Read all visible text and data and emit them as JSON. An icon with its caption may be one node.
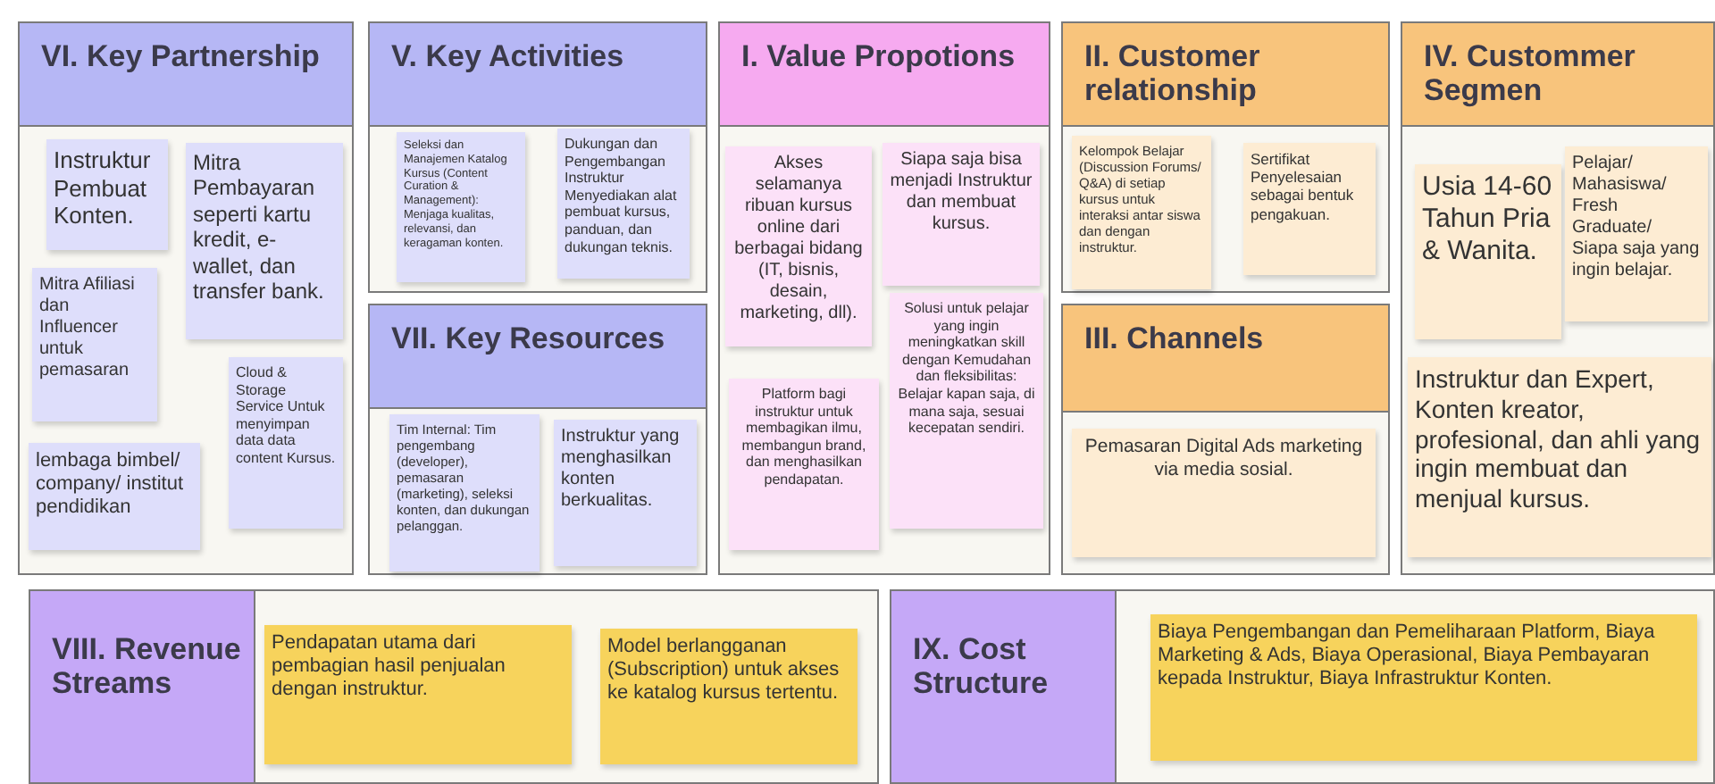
{
  "diagram": {
    "nodes": [
      {
        "text": [
          "VI. Key Partnership"
        ]
      },
      {
        "text": [
          "Instruktur Pembuat Konten."
        ],
        "in": 0
      },
      {
        "text": [
          "Mitra Pembayaran seperti kartu kredit, e-wallet, dan transfer bank."
        ],
        "in": 0
      },
      {
        "text": [
          "Mitra Afiliasi dan Influencer untuk pemasaran"
        ],
        "in": 0
      },
      {
        "text": [
          "Cloud & Storage Service Untuk menyimpan data data content Kursus."
        ],
        "in": 0
      },
      {
        "text": [
          "lembaga bimbel/ company/ institut pendidikan"
        ],
        "in": 0
      },
      {
        "text": [
          "V. Key Activities"
        ]
      },
      {
        "text": [
          "Seleksi dan Manajemen Katalog Kursus (Content Curation & Management): Menjaga kualitas, relevansi, dan keragaman konten."
        ],
        "in": 6
      },
      {
        "text": [
          "Dukungan dan Pengembangan Instruktur Menyediakan alat pembuat kursus, panduan, dan dukungan teknis."
        ],
        "in": 6
      },
      {
        "text": [
          "VII. Key Resources"
        ]
      },
      {
        "text": [
          "Tim Internal: Tim pengembang (developer), pemasaran (marketing), seleksi konten, dan dukungan pelanggan."
        ],
        "in": 9
      },
      {
        "text": [
          "Instruktur yang menghasilkan konten berkualitas."
        ],
        "in": 9
      },
      {
        "text": [
          "I. Value Propotions"
        ]
      },
      {
        "text": [
          "Akses selamanya ribuan kursus online dari berbagai bidang (IT, bisnis, desain, marketing, dll)."
        ],
        "in": 12
      },
      {
        "text": [
          "Siapa saja bisa menjadi Instruktur dan membuat kursus."
        ],
        "in": 12
      },
      {
        "text": [
          "Platform bagi instruktur untuk membagikan ilmu, membangun brand, dan menghasilkan pendapatan."
        ],
        "in": 12
      },
      {
        "text": [
          "Solusi untuk pelajar yang ingin meningkatkan skill dengan Kemudahan dan fleksibilitas: Belajar kapan saja, di mana saja, sesuai kecepatan sendiri."
        ],
        "in": 12
      },
      {
        "text": [
          "II. Customer relationship"
        ]
      },
      {
        "text": [
          "Kelompok Belajar (Discussion Forums/ Q&A) di setiap kursus untuk interaksi antar siswa dan dengan instruktur."
        ],
        "in": 17
      },
      {
        "text": [
          "Sertifikat Penyelesaian sebagai bentuk pengakuan."
        ],
        "in": 17
      },
      {
        "text": [
          "III. Channels"
        ]
      },
      {
        "text": [
          "Pemasaran Digital Ads marketing via media sosial."
        ],
        "in": 20
      },
      {
        "text": [
          "IV. Custommer Segmen"
        ]
      },
      {
        "text": [
          "Usia 14-60 Tahun Pria & Wanita."
        ],
        "in": 22
      },
      {
        "text": [
          "Pelajar/ Mahasiswa/ Fresh Graduate/ Siapa saja yang ingin belajar."
        ],
        "in": 22
      },
      {
        "text": [
          "Instruktur dan Expert, Konten kreator, profesional, dan ahli yang ingin membuat dan menjual kursus."
        ],
        "in": 22
      },
      {
        "text": [
          "VIII. Revenue Streams"
        ]
      },
      {
        "text": [
          "Pendapatan utama dari pembagian hasil penjualan dengan instruktur."
        ],
        "in": 26
      },
      {
        "text": [
          "Model berlangganan (Subscription) untuk akses ke katalog kursus tertentu."
        ],
        "in": 26
      },
      {
        "text": [
          "IX. Cost Structure"
        ]
      },
      {
        "text": [
          "Biaya Pengembangan dan Pemeliharaan Platform, Biaya Marketing & Ads, Biaya Operasional, Biaya Pembayaran kepada Instruktur, Biaya Infrastruktur Konten."
        ],
        "in": 29
      }
    ]
  }
}
